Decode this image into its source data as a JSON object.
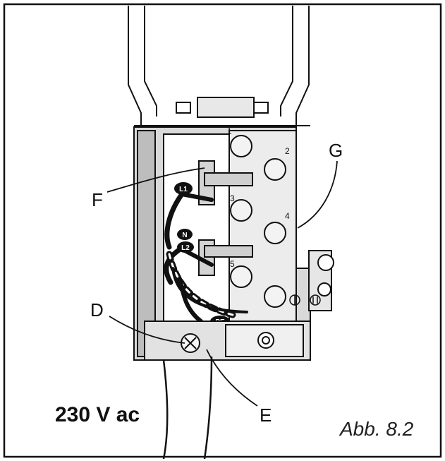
{
  "diagram": {
    "callouts": {
      "F": "F",
      "G": "G",
      "D": "D",
      "E": "E"
    },
    "terminals": {
      "t1": "1",
      "t2": "2",
      "t3": "3",
      "t4": "4",
      "t5": "5"
    },
    "wire_tags": {
      "L1": "L1",
      "N": "N",
      "L2": "L2",
      "PE": "PE"
    },
    "voltage_label": "230 V ac",
    "figure_caption": "Abb. 8.2"
  }
}
